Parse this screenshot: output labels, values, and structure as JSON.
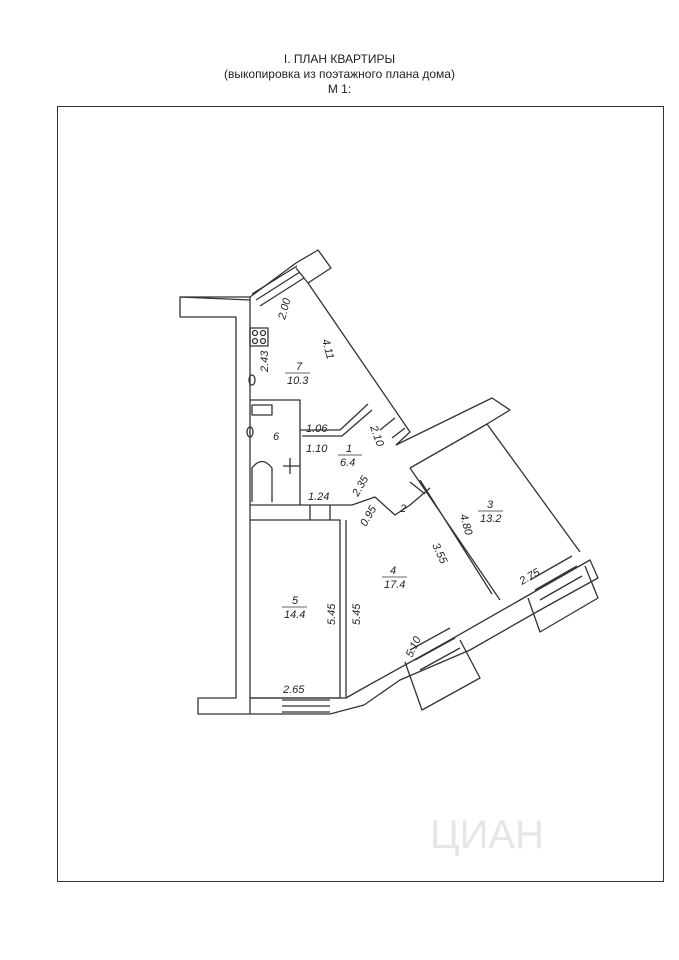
{
  "header": {
    "title": "I. ПЛАН КВАРТИРЫ",
    "subtitle": "(выкопировка из поэтажного плана дома)",
    "scale": "М 1:"
  },
  "rooms": [
    {
      "num": "7",
      "area": "10.3"
    },
    {
      "num": "6",
      "area": ""
    },
    {
      "num": "1",
      "area": "6.4"
    },
    {
      "num": "2",
      "area": ""
    },
    {
      "num": "3",
      "area": "13.2"
    },
    {
      "num": "4",
      "area": "17.4"
    },
    {
      "num": "5",
      "area": "14.4"
    }
  ],
  "dimensions": [
    "2.00",
    "4.11",
    "2.43",
    "1.06",
    "1.10",
    "2.10",
    "2.35",
    "1.24",
    "0.95",
    "4.80",
    "3.55",
    "2.75",
    "5.45",
    "5.45",
    "5.10",
    "2.65"
  ],
  "watermark": "ЦИАН"
}
